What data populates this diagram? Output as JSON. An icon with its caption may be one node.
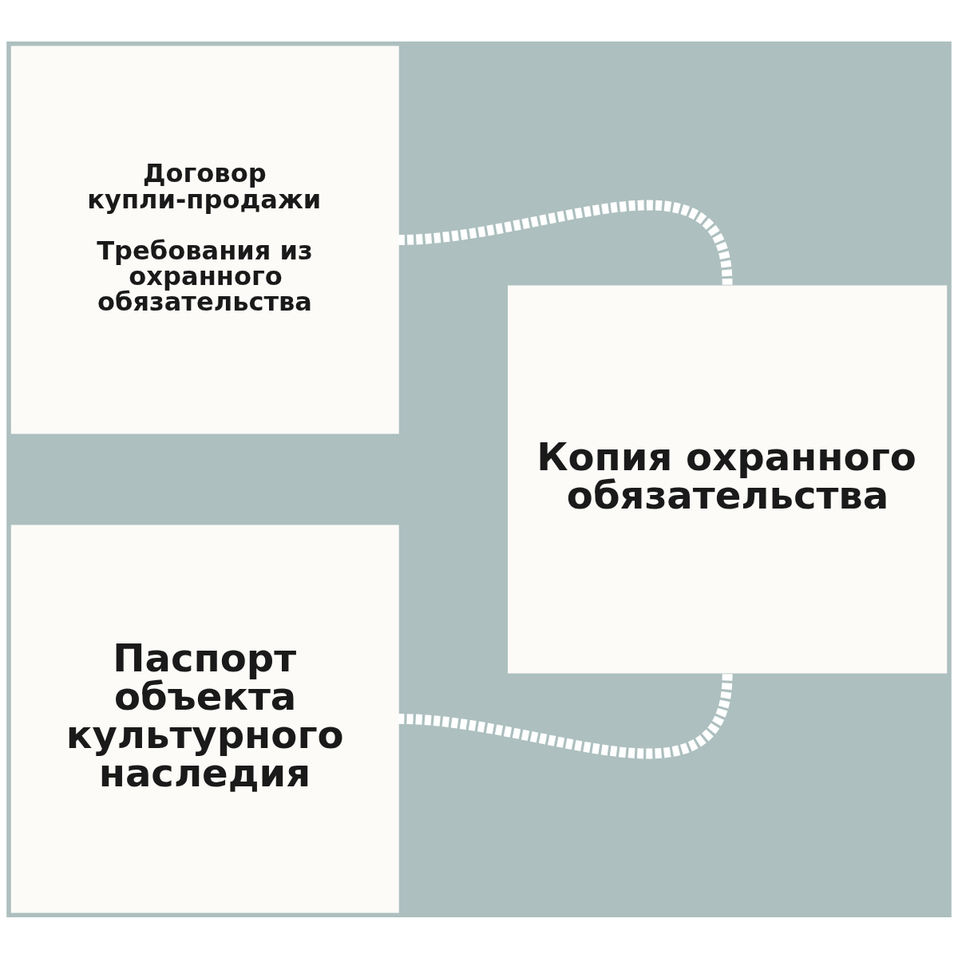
{
  "diagram": {
    "nodes": [
      {
        "text": [
          "Договор купли-продажи",
          "Требования из охранного обязательства"
        ]
      },
      {
        "text": [
          "Копия охранного обязательства"
        ]
      },
      {
        "text": [
          "Паспорт объекта культурного наследия"
        ]
      }
    ],
    "edges": [
      {
        "from": 0,
        "to": 1,
        "arrow": "none",
        "style": "dashed"
      },
      {
        "from": 1,
        "to": 2,
        "arrow": "none",
        "style": "dashed"
      }
    ]
  }
}
